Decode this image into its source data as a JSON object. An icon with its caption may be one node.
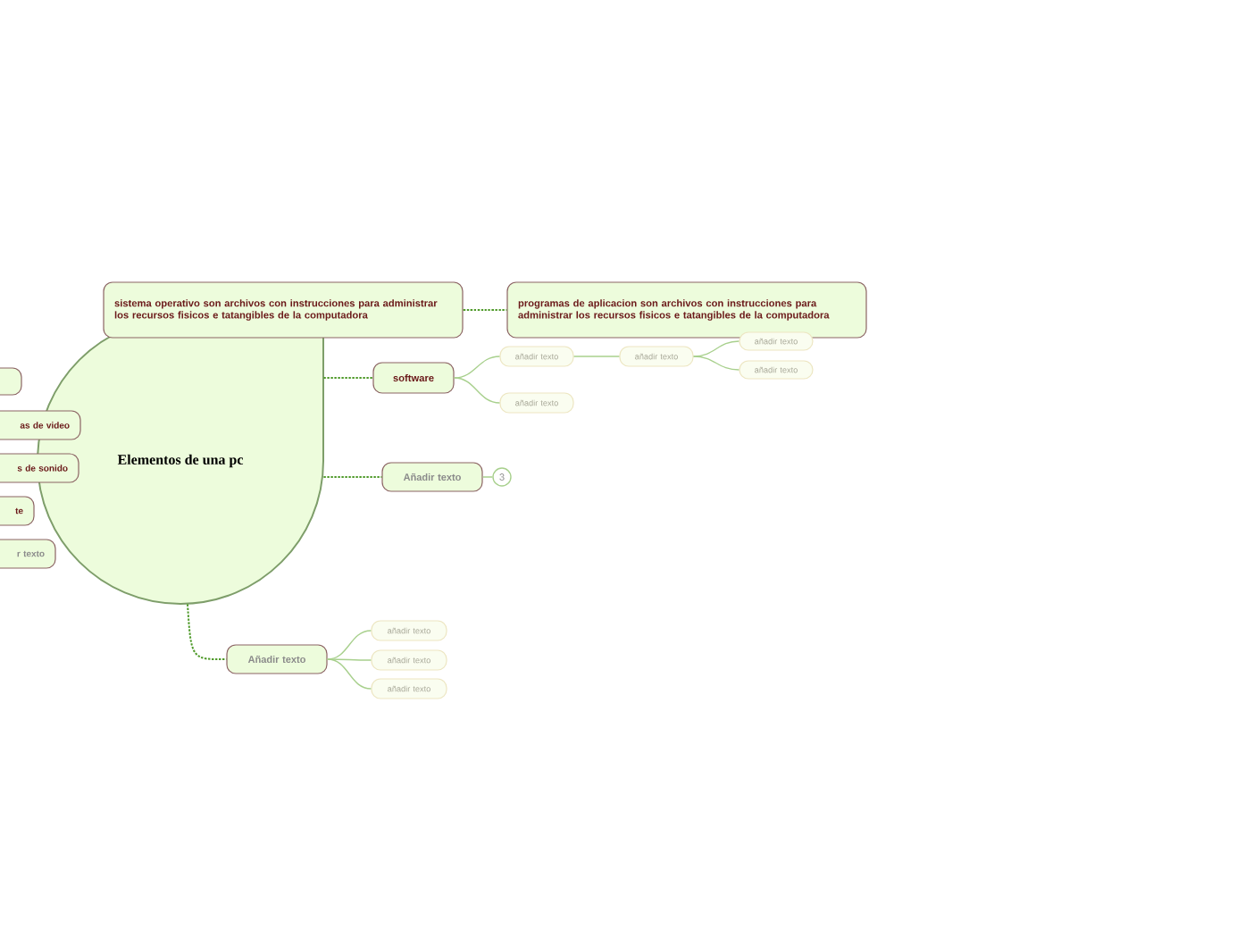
{
  "diagram": {
    "nodes": [
      {
        "text": [
          "Elementos de una pc"
        ]
      },
      {
        "text": [
          "sistema operativo son archivos con instrucciones para administrar los recursos fisicos e tatangibles de la computadora"
        ]
      },
      {
        "text": [
          "programas de aplicacion son archivos  con instrucciones para administrar los recursos fisicos e tatangibles de la computadora"
        ]
      },
      {
        "text": [
          "software"
        ]
      },
      {
        "text": [
          "añadir texto"
        ]
      },
      {
        "text": [
          "añadir texto"
        ]
      },
      {
        "text": [
          "añadir texto"
        ]
      },
      {
        "text": [
          "añadir texto"
        ]
      },
      {
        "text": [
          "añadir texto"
        ]
      },
      {
        "text": [
          "Añadir texto"
        ]
      },
      {
        "text": [
          "3"
        ]
      },
      {
        "text": [
          "Añadir texto"
        ]
      },
      {
        "text": [
          "añadir texto"
        ]
      },
      {
        "text": [
          "añadir texto"
        ]
      },
      {
        "text": [
          "añadir texto"
        ]
      },
      {
        "text": [],
        "shape": "box"
      },
      {
        "text": [
          "as de video"
        ]
      },
      {
        "text": [
          "s de sonido"
        ]
      },
      {
        "text": [
          "te"
        ]
      },
      {
        "text": [
          "r texto"
        ]
      }
    ],
    "edges": [
      {
        "from": 1,
        "to": 2,
        "arrow": "none",
        "style": "dashed",
        "color": "#4f9a2a"
      },
      {
        "from": 0,
        "to": 3,
        "arrow": "none",
        "style": "dashed",
        "color": "#4f9a2a"
      },
      {
        "from": 0,
        "to": 9,
        "arrow": "none",
        "style": "dashed",
        "color": "#4f9a2a"
      },
      {
        "from": 0,
        "to": 11,
        "arrow": "none",
        "style": "dashed",
        "color": "#4f9a2a"
      },
      {
        "from": 3,
        "to": 4,
        "arrow": "none"
      },
      {
        "from": 3,
        "to": 8,
        "arrow": "none"
      },
      {
        "from": 4,
        "to": 5,
        "arrow": "none"
      },
      {
        "from": 5,
        "to": 6,
        "arrow": "none"
      },
      {
        "from": 5,
        "to": 7,
        "arrow": "none"
      },
      {
        "from": 9,
        "to": 10,
        "arrow": "none"
      },
      {
        "from": 11,
        "to": 12,
        "arrow": "none"
      },
      {
        "from": 11,
        "to": 13,
        "arrow": "none"
      },
      {
        "from": 11,
        "to": 14,
        "arrow": "none"
      }
    ]
  }
}
